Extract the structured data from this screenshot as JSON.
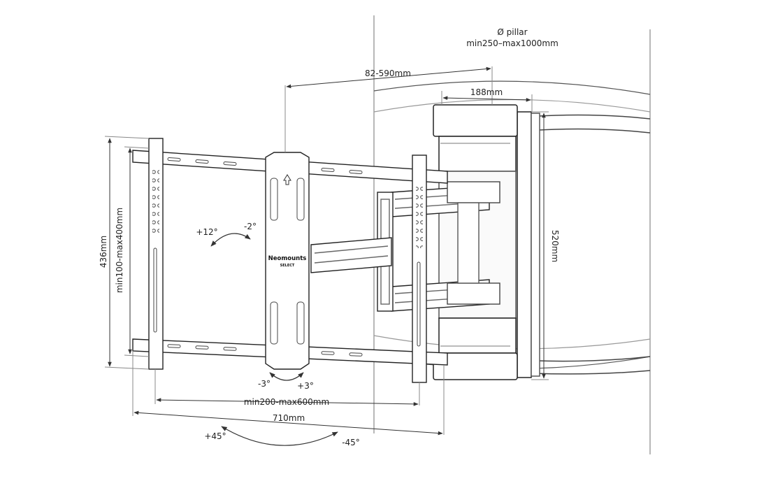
{
  "diagram": {
    "subject": "Neomounts TV wall mount on pillar - dimension drawing",
    "brand": {
      "name": "Neomounts",
      "sub": "SELECT"
    },
    "dimensions": {
      "pillar_title": "Ø pillar",
      "pillar_range": "min250–max1000mm",
      "depth": "82-590mm",
      "bracket_width": "188mm",
      "bracket_height": "520mm",
      "plate_height": "436mm",
      "vesa_vertical": "min100-max400mm",
      "vesa_horizontal": "min200-max600mm",
      "plate_width": "710mm"
    },
    "rotations": {
      "tilt_up": "+12°",
      "tilt_down": "-2°",
      "level_left": "-3°",
      "level_right": "+3°",
      "swivel_left": "+45°",
      "swivel_right": "-45°"
    }
  }
}
